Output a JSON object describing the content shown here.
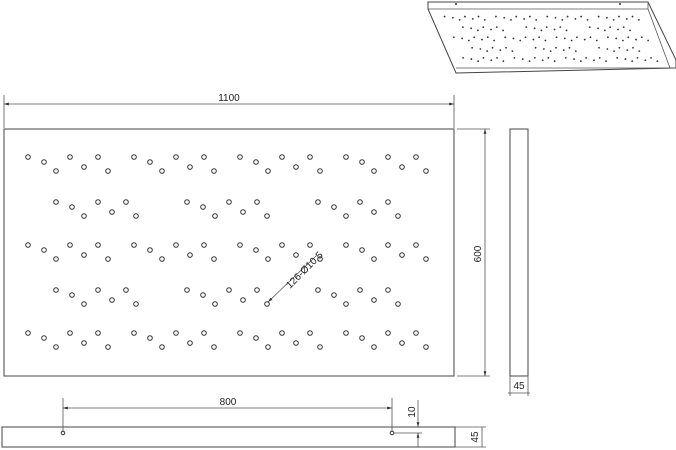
{
  "drawing": {
    "dimensions": {
      "width": "1100",
      "height": "600",
      "thickness_side": "45",
      "thickness_bottom": "45",
      "mount_spacing": "800",
      "mount_offset": "10"
    },
    "hole_annotation": "126-Ø10.5",
    "colors": {
      "line": "#444444",
      "background": "#ffffff"
    }
  }
}
